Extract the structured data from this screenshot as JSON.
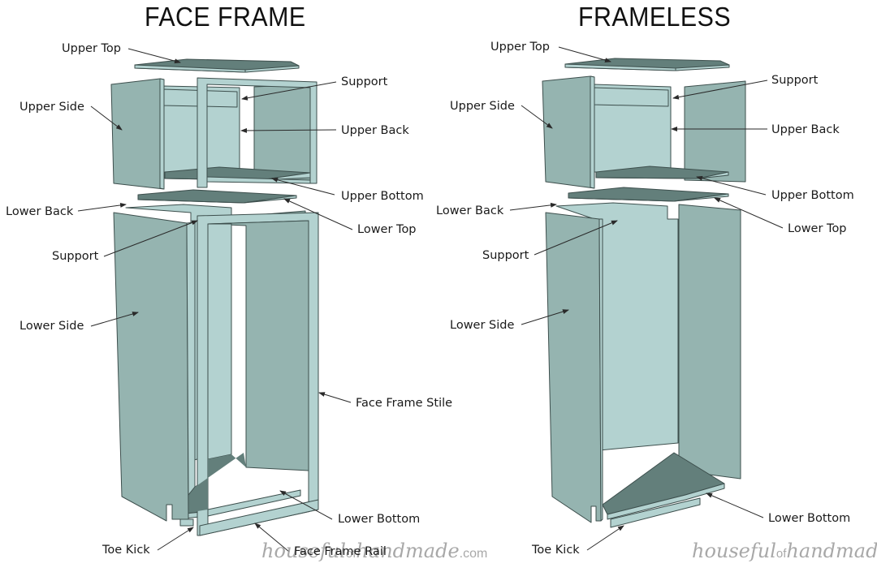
{
  "titles": {
    "left": "FACE FRAME",
    "right": "FRAMELESS"
  },
  "colors": {
    "panel_light": "#b3d2d0",
    "panel_mid": "#95b4b0",
    "panel_dark": "#637f7b",
    "edge": "#3d4f4d",
    "text": "#1a1a1a",
    "watermark": "#9a9a9a"
  },
  "face_frame": {
    "labels": {
      "upper_top": "Upper Top",
      "support_upper": "Support",
      "upper_side": "Upper Side",
      "upper_back": "Upper Back",
      "upper_bottom": "Upper Bottom",
      "lower_back": "Lower Back",
      "lower_top": "Lower Top",
      "support_lower": "Support",
      "lower_side": "Lower Side",
      "face_frame_stile": "Face Frame Stile",
      "lower_bottom": "Lower Bottom",
      "toe_kick": "Toe Kick",
      "face_frame_rail": "Face Frame Rail"
    }
  },
  "frameless": {
    "labels": {
      "upper_top": "Upper Top",
      "support_upper": "Support",
      "upper_side": "Upper Side",
      "upper_back": "Upper Back",
      "upper_bottom": "Upper Bottom",
      "lower_back": "Lower Back",
      "lower_top": "Lower Top",
      "support_lower": "Support",
      "lower_side": "Lower Side",
      "lower_bottom": "Lower Bottom",
      "toe_kick": "Toe Kick"
    }
  },
  "watermark": {
    "brand1": "houseful",
    "of": "of",
    "brand2": "handmade",
    "tld": ".com"
  }
}
